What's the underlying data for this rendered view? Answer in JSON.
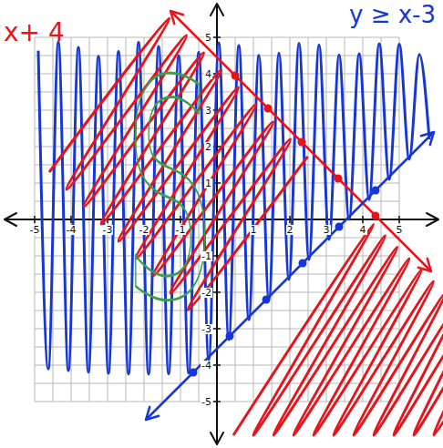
{
  "diagram": {
    "labels": [
      "x+ 4",
      "y ≥ x-3",
      "S",
      "-5",
      "-4",
      "-3",
      "-2",
      "-1",
      "1",
      "2",
      "3",
      "4",
      "5",
      "5",
      "4",
      "3",
      "2",
      "1",
      "-1",
      "-2",
      "-3",
      "-4",
      "-5"
    ]
  }
}
